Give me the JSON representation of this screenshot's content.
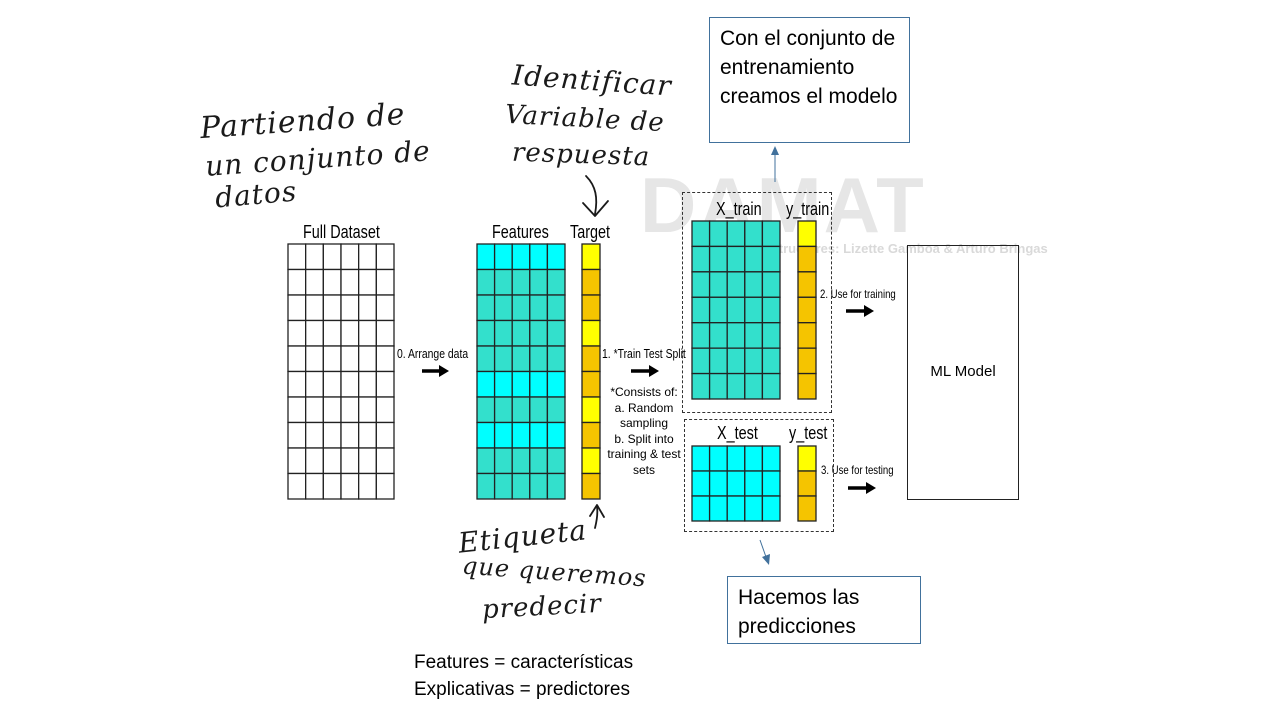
{
  "watermark": {
    "brand": "DAMAT",
    "instructors": "Instructores: Lizette Gamboa & Arturo Bringas"
  },
  "handwriting": {
    "dataset_note": [
      "Partiendo de",
      "un conjunto de",
      "datos"
    ],
    "target_note": [
      "Identificar",
      "Variable de",
      "respuesta"
    ],
    "label_note": [
      "Etiqueta",
      "que queremos",
      "predecir"
    ]
  },
  "diagram": {
    "full_dataset": "Full Dataset",
    "features": "Features",
    "target": "Target",
    "step0": "0. Arrange data",
    "step1": "1. *Train Test Split",
    "consists_of": [
      "*Consists of:",
      "a. Random",
      "sampling",
      "b. Split into",
      "training & test",
      "sets"
    ],
    "x_train": "X_train",
    "y_train": "y_train",
    "x_test": "X_test",
    "y_test": "y_test",
    "step2": "2. Use for training",
    "step3": "3. Use for testing",
    "model": "ML Model"
  },
  "callouts": {
    "train": "Con el conjunto de entrenamiento creamos el modelo",
    "test": "Hacemos las predicciones"
  },
  "glossary": {
    "line1": "Features = características",
    "line2": "Explicativas = predictores"
  },
  "colors": {
    "cyan": "#00ffff",
    "teal": "#33e0cc",
    "yellow": "#ffff00",
    "gold": "#f5c400",
    "callout_border": "#41719c"
  }
}
